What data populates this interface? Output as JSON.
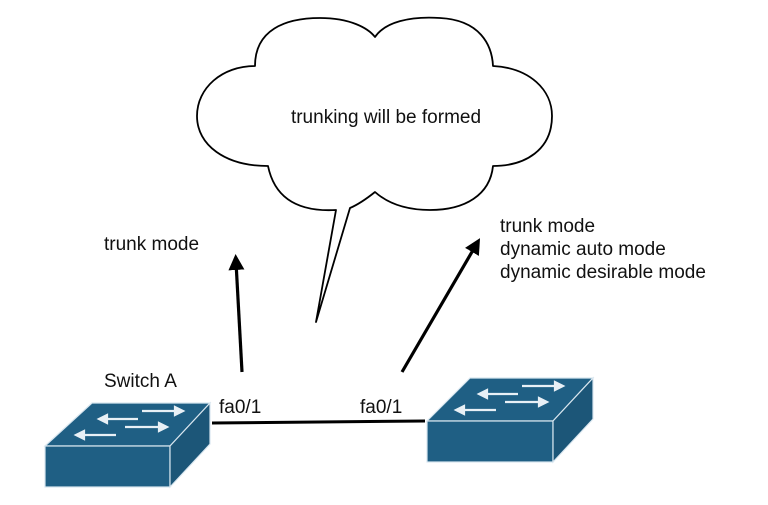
{
  "diagram": {
    "cloud_text": "trunking will be formed",
    "left_mode_label": "trunk mode",
    "right_mode_labels": [
      "trunk mode",
      "dynamic auto mode",
      "dynamic desirable mode"
    ],
    "switch_a": {
      "name": "Switch A",
      "port": "fa0/1"
    },
    "switch_b": {
      "name": "",
      "port": "fa0/1"
    },
    "colors": {
      "switch_fill": "#1f5f84",
      "switch_edge": "#d8e6ef",
      "arrow": "#000000",
      "link": "#000000",
      "cloud_stroke": "#000000",
      "cloud_fill": "#ffffff"
    },
    "icons": {
      "switch": "network-switch-icon",
      "arrow": "arrow-up-icon"
    }
  }
}
